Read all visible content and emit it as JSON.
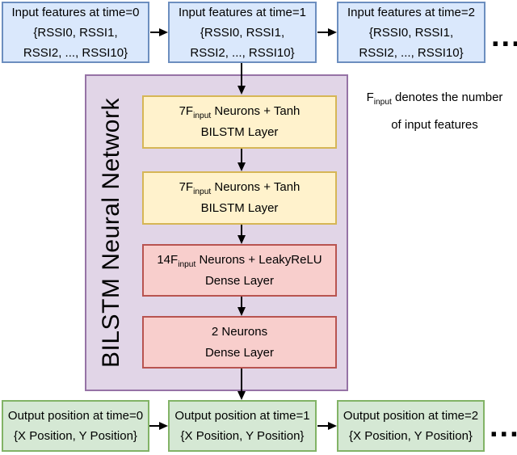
{
  "colors": {
    "input_box_fill": "#dae8fc",
    "input_box_border": "#6c8ebf",
    "network_fill": "#e1d5e7",
    "network_border": "#9673a6",
    "bilstm_layer_fill": "#fff2cc",
    "bilstm_layer_border": "#d6b656",
    "dense_layer_fill": "#f8cecc",
    "dense_layer_border": "#b85450",
    "output_box_fill": "#d5e8d4",
    "output_box_border": "#82b366",
    "arrow_color": "#000000",
    "text_color": "#000000"
  },
  "top_row": {
    "boxes": [
      {
        "label": "Input features at time=0\n{RSSI0, RSSI1,\nRSSI2, ..., RSSI10}"
      },
      {
        "label": "Input features at time=1\n{RSSI0, RSSI1,\nRSSI2, ..., RSSI10}"
      },
      {
        "label": "Input features at time=2\n{RSSI0, RSSI1,\nRSSI2, ..., RSSI10}"
      }
    ],
    "ellipsis": "..."
  },
  "network": {
    "title": "BILSTM Neural Network",
    "layers": [
      {
        "pre": "7F",
        "sub": "input",
        "post": " Neurons + Tanh",
        "line2": "BILSTM Layer"
      },
      {
        "pre": "7F",
        "sub": "input",
        "post": " Neurons + Tanh",
        "line2": "BILSTM Layer"
      },
      {
        "pre": "14F",
        "sub": "input",
        "post": " Neurons + LeakyReLU",
        "line2": "Dense Layer"
      },
      {
        "pre": "2 Neurons",
        "sub": "",
        "post": "",
        "line2": "Dense Layer"
      }
    ]
  },
  "annotation": {
    "pre": "F",
    "sub": "input",
    "post": " denotes the number",
    "line2": "of input features"
  },
  "bottom_row": {
    "boxes": [
      {
        "label": "Output position at time=0\n{X Position, Y Position}"
      },
      {
        "label": "Output position at time=1\n{X Position, Y Position}"
      },
      {
        "label": "Output position at time=2\n{X Position, Y Position}"
      }
    ],
    "ellipsis": "..."
  }
}
